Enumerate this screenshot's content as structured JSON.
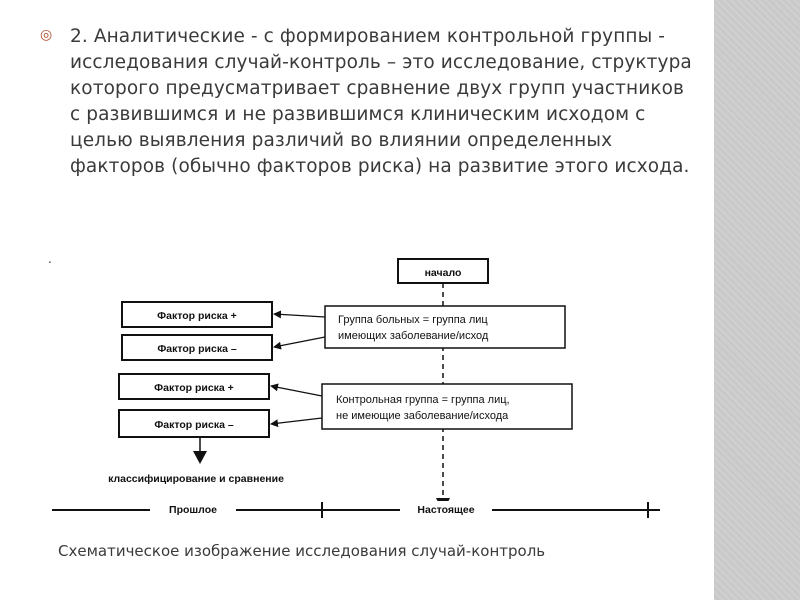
{
  "slide": {
    "bullet_glyph": "◎",
    "bullet_text": "2. Аналитические - с формированием контрольной группы - исследования случай-контроль – это исследование, структура которого предусматривает сравнение двух групп участников с развившимся и не развившимся клиническим исходом с целью выявления различий во влиянии определенных факторов (обычно факторов риска) на развитие этого исхода.",
    "dot": ".",
    "caption": "Схематическое изображение исследования случай-контроль"
  },
  "diagram": {
    "start_label": "начало",
    "risk_factors": [
      "Фактор риска +",
      "Фактор риска –",
      "Фактор риска +",
      "Фактор риска –"
    ],
    "case_group": [
      "Группа больных = группа лиц",
      "имеющих заболевание/исход"
    ],
    "control_group": [
      "Контрольная группа = группа лиц,",
      "не имеющие заболевание/исхода"
    ],
    "classify_label": "классифицирование и сравнение",
    "past_label": "Прошлое",
    "present_label": "Настоящее"
  },
  "colors": {
    "bullet": "#b14a2a",
    "text": "#3a3a3a",
    "stripe": "#c9c9c9",
    "diagram_ink": "#111111"
  }
}
